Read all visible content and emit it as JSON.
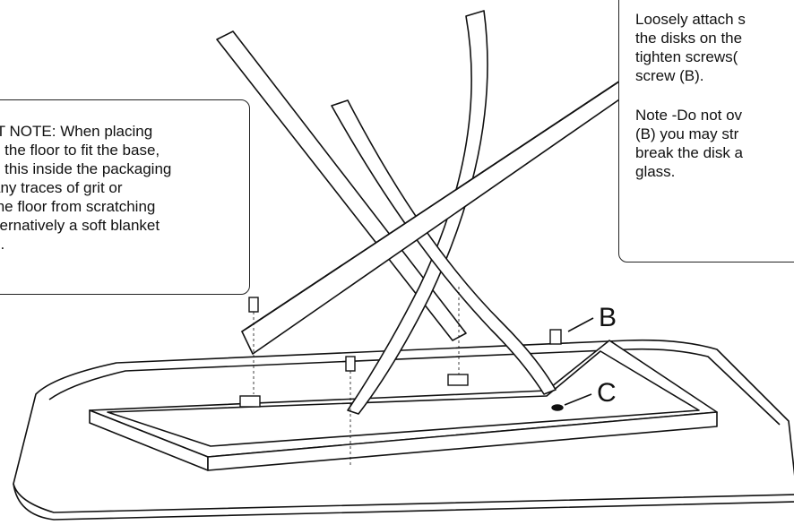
{
  "left_note": {
    "lines": [
      "IT NOTE: When placing",
      "n the floor to fit the base,",
      "o this inside the packaging",
      "any traces of grit or",
      "the floor from scratching",
      "lternatively a soft blanket",
      "d."
    ]
  },
  "right_note": {
    "para1": [
      "Loosely attach s",
      "the disks on the",
      "tighten screws(",
      "screw (B)."
    ],
    "para2": [
      "Note -Do not ov",
      "(B) you may str",
      "break the disk a",
      "glass."
    ]
  },
  "labels": {
    "b": "B",
    "c": "C"
  }
}
